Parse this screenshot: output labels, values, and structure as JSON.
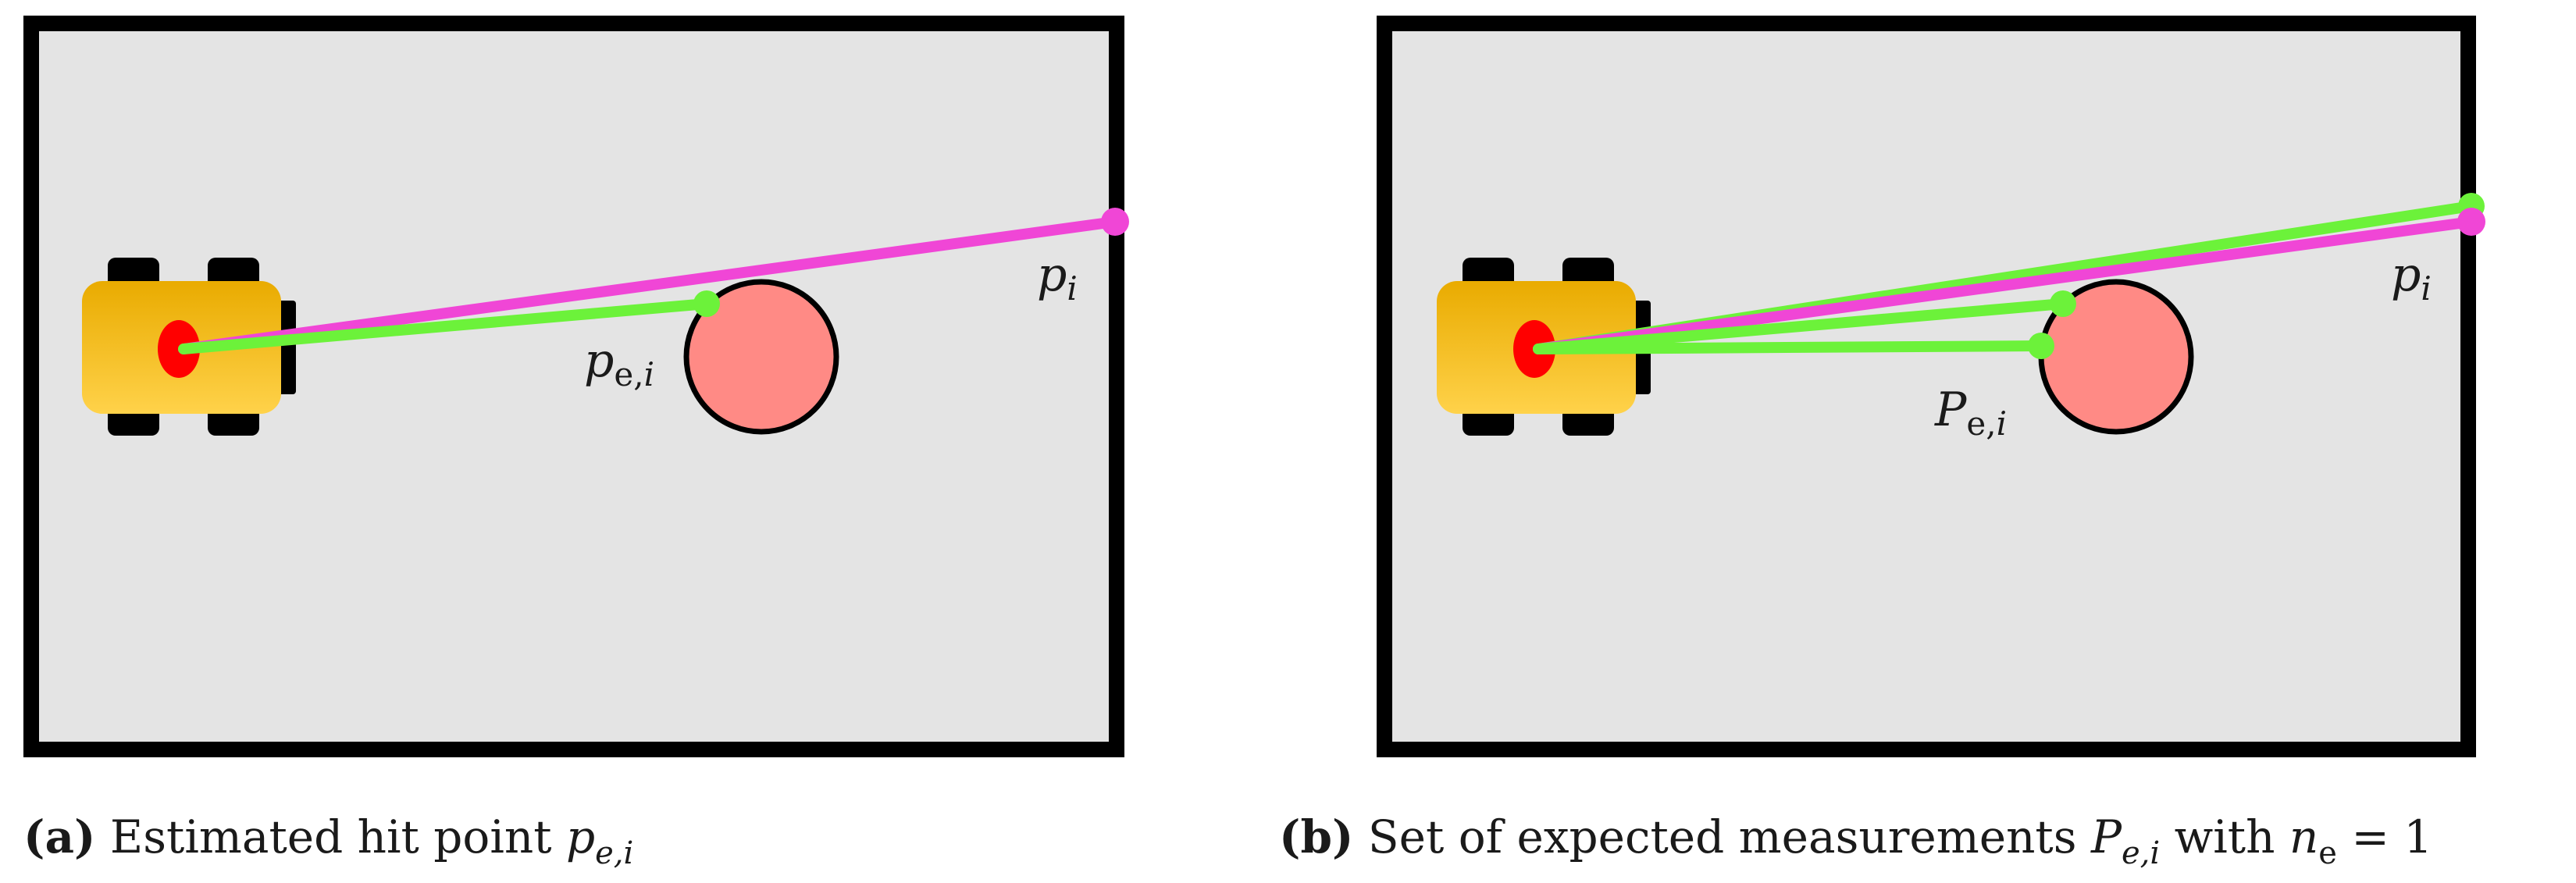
{
  "panels": [
    {
      "id": "a",
      "caption_prefix": "(a)",
      "caption_text": "Estimated hit point ",
      "caption_math_base": "p",
      "caption_math_sub": "e,i",
      "label_p_base": "p",
      "label_p_sub": "i",
      "label_pe_base": "p",
      "label_pe_sub_e": "e,",
      "label_pe_sub_i": "i"
    },
    {
      "id": "b",
      "caption_prefix": "(b)",
      "caption_text": "Set of expected measurements ",
      "caption_math_base": "P",
      "caption_math_sub": "e,i",
      "caption_tail_text": " with ",
      "caption_tail_math_base": "n",
      "caption_tail_math_sub": "e",
      "caption_tail_eq": " = 1",
      "label_p_base": "p",
      "label_p_sub": "i",
      "label_pe_base": "P",
      "label_pe_sub_e": "e,",
      "label_pe_sub_i": "i"
    }
  ],
  "colors": {
    "floor": "#e4e4e4",
    "wall": "#000000",
    "robot_body_top": "#e9ab00",
    "robot_body_bottom": "#ffd24a",
    "robot_sensor": "#ff0000",
    "wheel": "#000000",
    "obstacle_fill": "#ff8a85",
    "obstacle_stroke": "#000000",
    "ray_measured": "#f046d6",
    "ray_expected": "#6cf23a"
  }
}
